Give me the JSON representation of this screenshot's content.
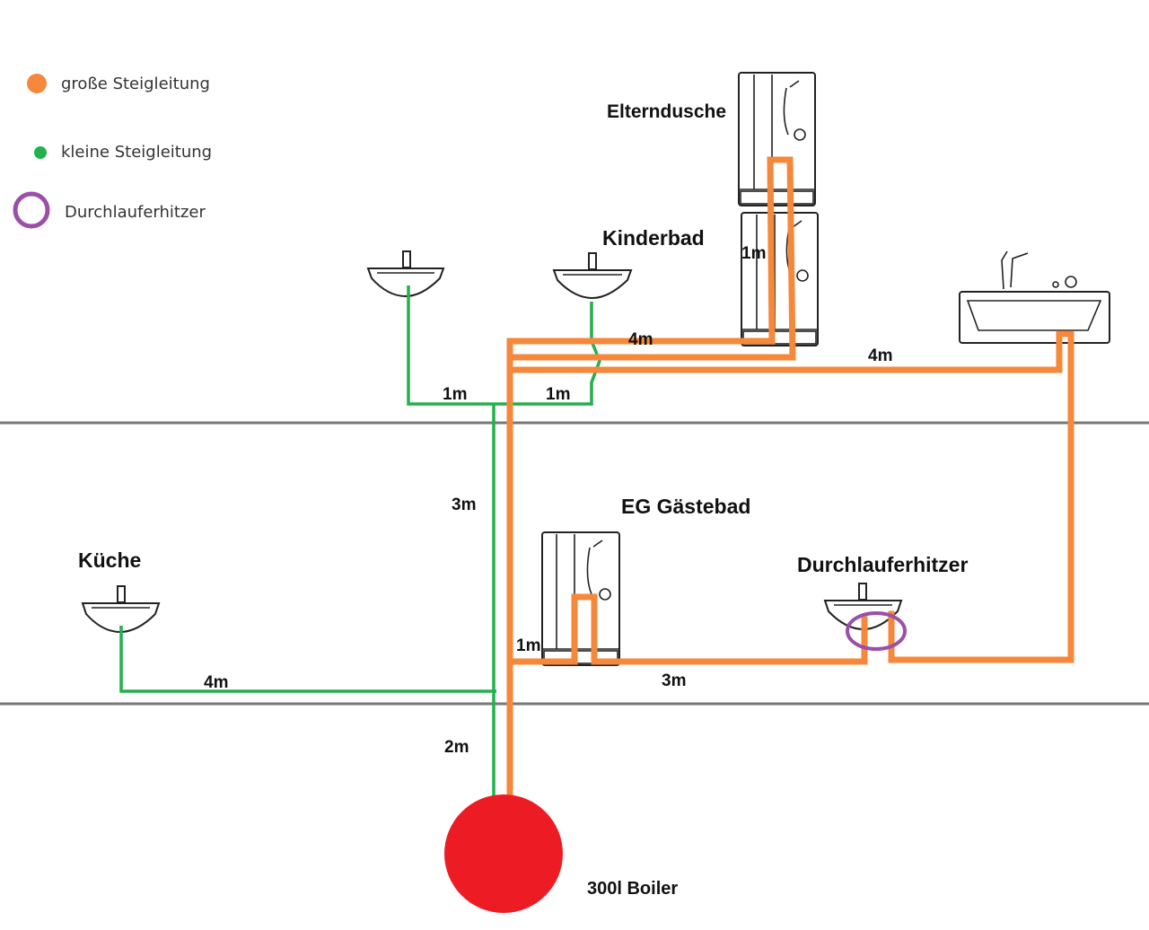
{
  "legend": {
    "big_riser": "große Steigleitung",
    "small_riser": "kleine Steigleitung",
    "heater": "Durchlauferhitzer"
  },
  "colors": {
    "big_riser": "#f5883a",
    "small_riser": "#22b14c",
    "heater": "#9b4fa8",
    "boiler": "#ed1c24",
    "floor_line": "#777777"
  },
  "rooms": {
    "elterndusche": "Elterndusche",
    "kinderbad": "Kinderbad",
    "eg_gaestebad": "EG Gästebad",
    "kueche": "Küche",
    "durchlauferhitzer": "Durchlauferhitzer",
    "boiler": "300l Boiler"
  },
  "distances": {
    "upper_shower_vertical": "1m",
    "upper_horizontal_shower": "4m",
    "upper_horizontal_tub": "4m",
    "upper_sink_left": "1m",
    "upper_sink_right": "1m",
    "riser_middle": "3m",
    "kitchen_run": "4m",
    "gaestebad_branch": "1m",
    "eg_horizontal": "3m",
    "riser_bottom": "2m"
  }
}
